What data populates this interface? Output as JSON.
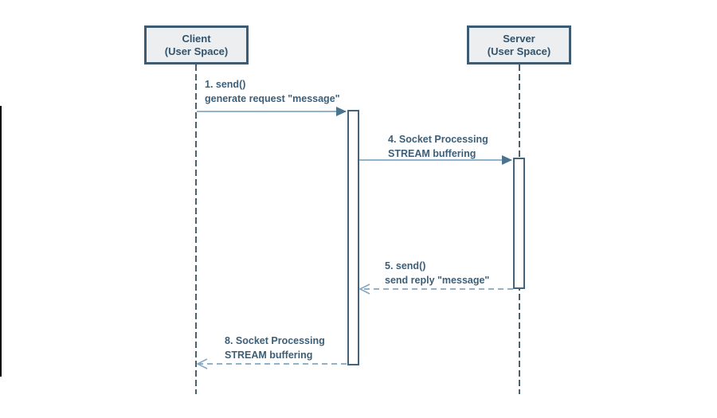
{
  "diagram": {
    "type": "uml-sequence-diagram",
    "colors": {
      "participant_fill": "#eceef0",
      "participant_border": "#3d5b73",
      "participant_text": "#32536b",
      "lifeline": "#4a6372",
      "activation_border": "#44647e",
      "activation_fill": "#ffffff",
      "solid_arrow_line": "#82a8c4",
      "solid_arrow_head": "#4a7390",
      "dashed_arrow": "#84a7c1",
      "message_text": "#3c5e77",
      "edge_artifact": "#000000"
    }
  },
  "participants": [
    {
      "id": "client",
      "lines": [
        "Client",
        "(User Space)"
      ]
    },
    {
      "id": "server",
      "lines": [
        "Server",
        "(User Space)"
      ]
    }
  ],
  "messages": [
    {
      "num": "1",
      "style": "solid",
      "direction": "client-to-activation",
      "lines": [
        "1. send()",
        "generate request \"message\""
      ]
    },
    {
      "num": "4",
      "style": "solid",
      "direction": "client-to-server",
      "lines": [
        "4. Socket Processing",
        "STREAM buffering"
      ]
    },
    {
      "num": "5",
      "style": "dashed",
      "direction": "server-to-client",
      "lines": [
        "5. send()",
        "send reply \"message\""
      ]
    },
    {
      "num": "8",
      "style": "dashed",
      "direction": "activation-to-client",
      "lines": [
        "8. Socket Processing",
        "STREAM buffering"
      ]
    }
  ]
}
